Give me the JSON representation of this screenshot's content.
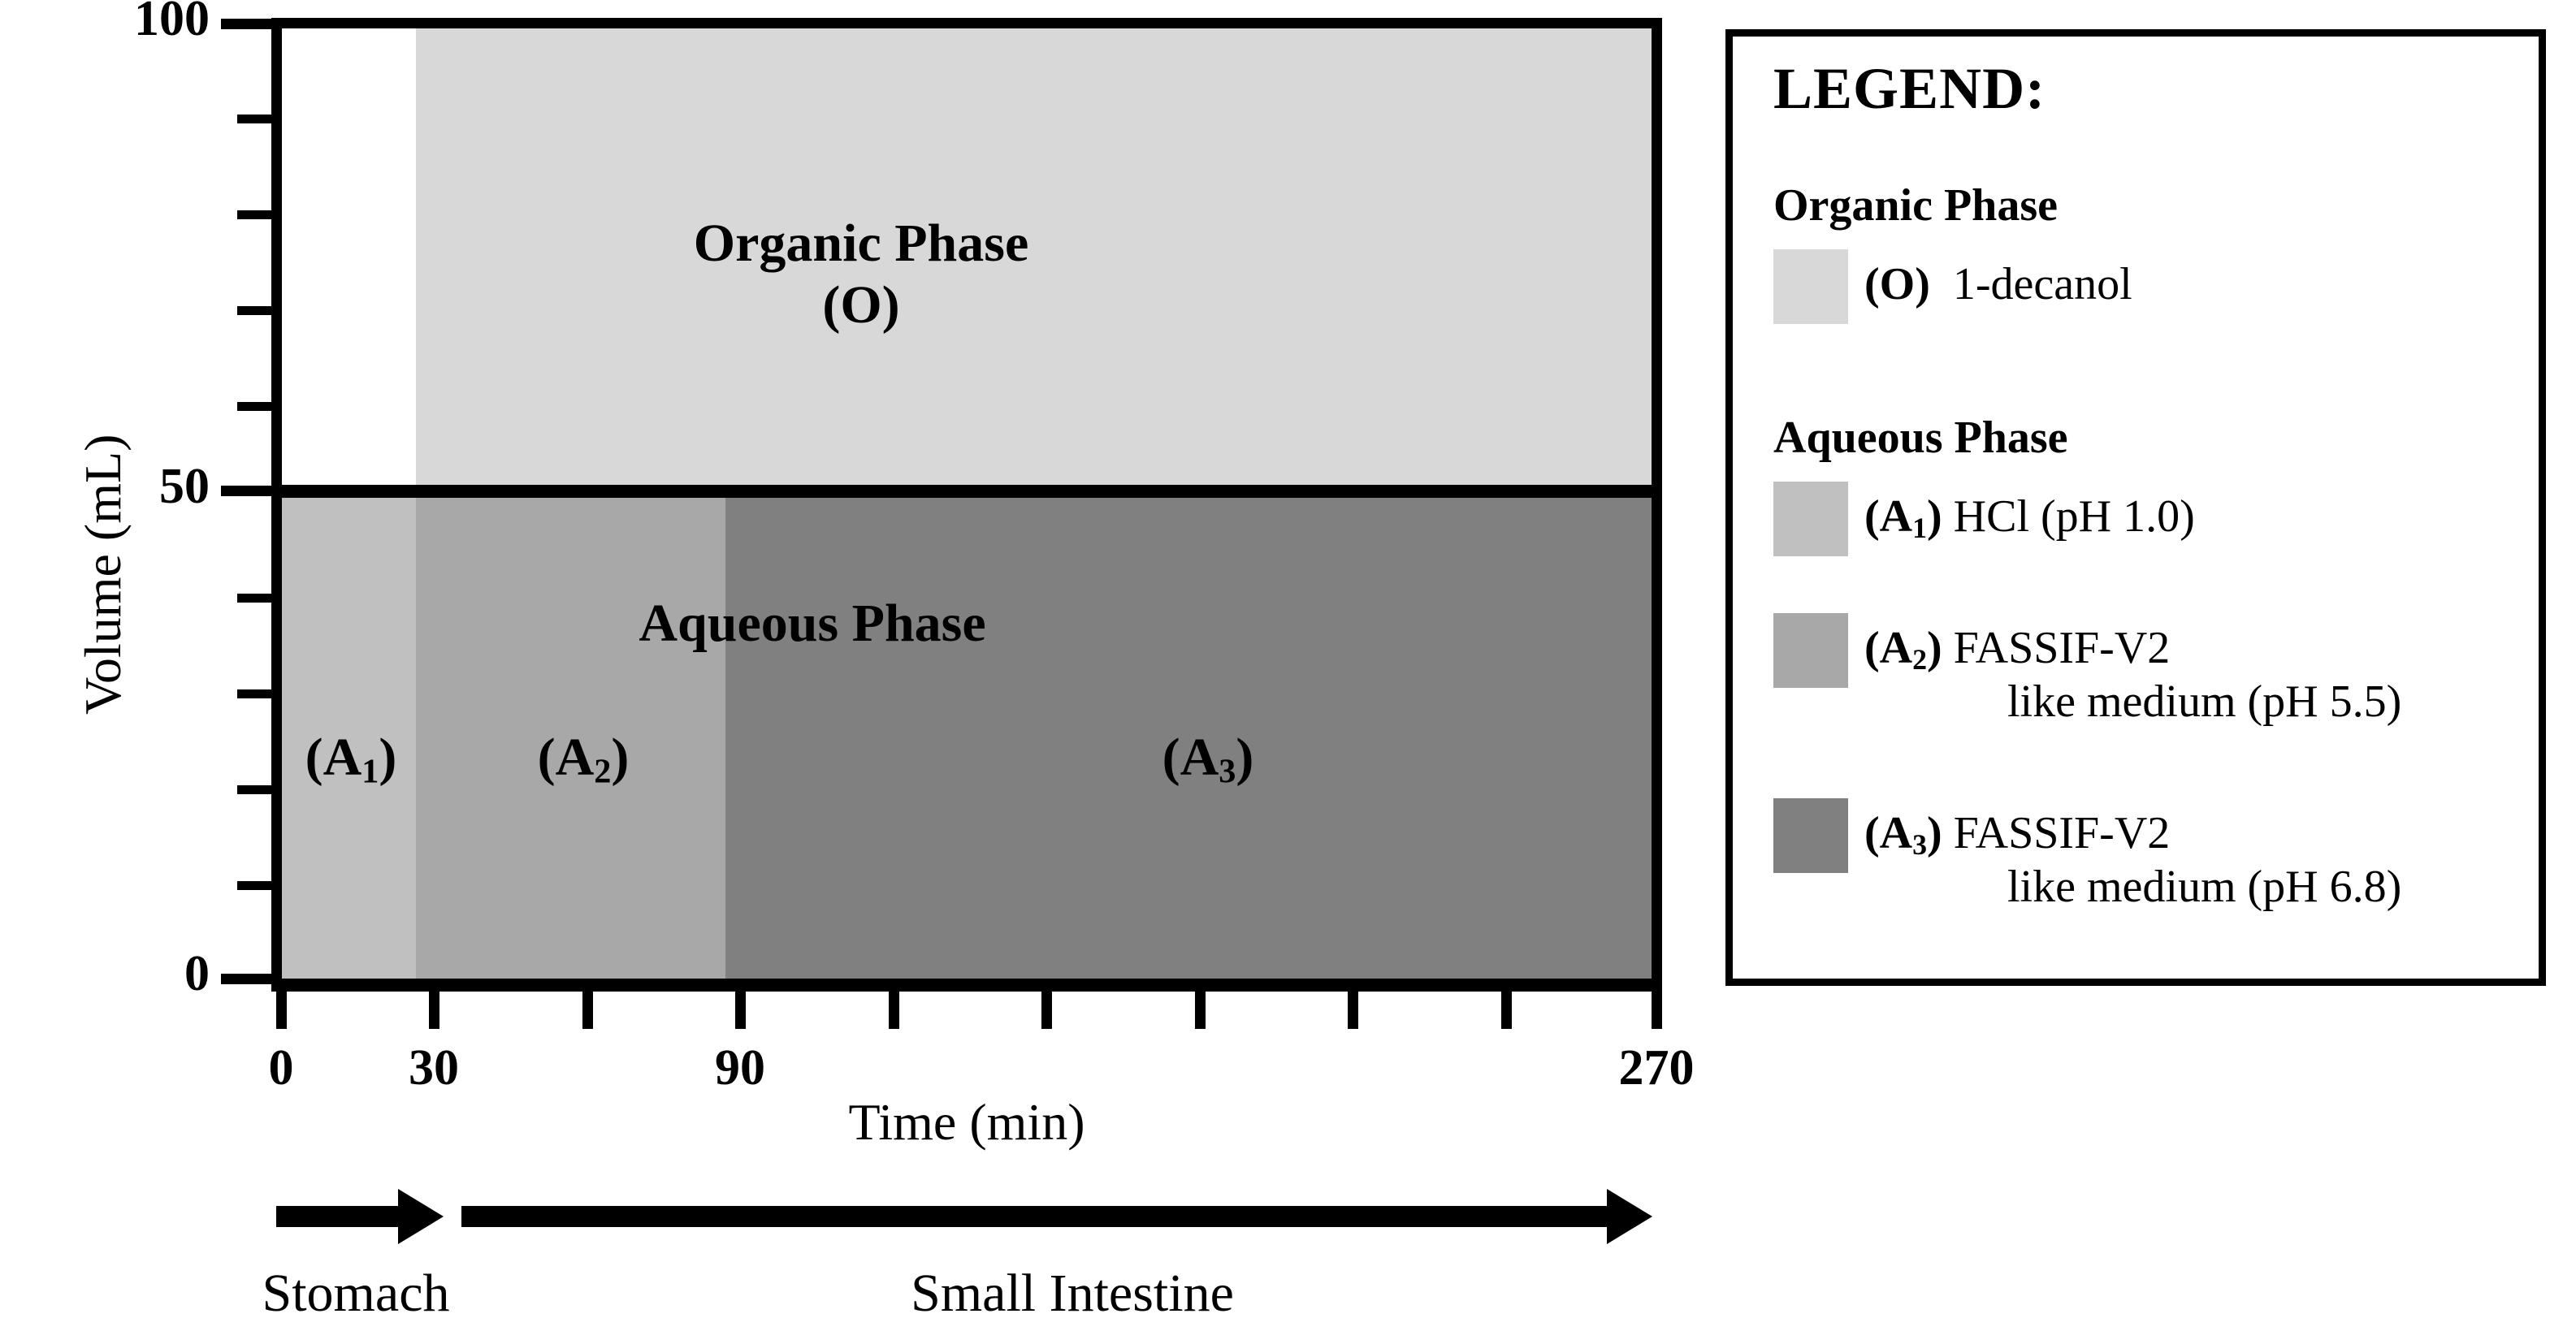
{
  "chart_data": {
    "type": "area",
    "title": "",
    "xlabel": "Time (min)",
    "ylabel": "Volume (mL)",
    "xlim": [
      0,
      270
    ],
    "ylim": [
      0,
      100
    ],
    "grid": false,
    "x_major_ticklabels": [
      "0",
      "30",
      "90",
      "270"
    ],
    "x_major_tickvalues": [
      0,
      30,
      90,
      270
    ],
    "x_tick_interval": 30,
    "x_tick_values": [
      0,
      30,
      60,
      90,
      120,
      150,
      180,
      210,
      240,
      270
    ],
    "y_major_ticklabels": [
      "0",
      "50",
      "100"
    ],
    "y_major_tickvalues": [
      0,
      50,
      100
    ],
    "y_minor_tick_interval": 10,
    "legend_position": "right-outside",
    "series": [
      {
        "name": "Organic Phase (O)",
        "label_in_plot": "Organic Phase",
        "sublabel_in_plot": "(O)",
        "t_start": 30,
        "t_end": 270,
        "v_bottom": 50,
        "v_top": 100,
        "volume_mL": 50,
        "color": "#D8D8D8"
      },
      {
        "name": "Aqueous Phase (A1)",
        "label_in_plot": "(A₁)",
        "t_start": 0,
        "t_end": 30,
        "v_bottom": 0,
        "v_top": 50,
        "volume_mL": 50,
        "color": "#C0C0C0"
      },
      {
        "name": "Aqueous Phase (A2)",
        "label_in_plot": "(A₂)",
        "t_start": 30,
        "t_end": 90,
        "v_bottom": 0,
        "v_top": 50,
        "volume_mL": 50,
        "color": "#A8A8A8"
      },
      {
        "name": "Aqueous Phase (A3)",
        "label_in_plot": "(A₃)",
        "t_start": 90,
        "t_end": 270,
        "v_bottom": 0,
        "v_top": 50,
        "volume_mL": 50,
        "color": "#808080"
      }
    ],
    "annotations": [
      {
        "text": "Aqueous Phase",
        "t": 97,
        "v": 38
      },
      {
        "text": "Stomach",
        "t_start": 0,
        "t_end": 30,
        "kind": "arrow"
      },
      {
        "text": "Small Intestine",
        "t_start": 30,
        "t_end": 270,
        "kind": "arrow"
      }
    ]
  },
  "axes": {
    "y_title": "Volume (mL)",
    "x_title": "Time (min)",
    "y_labels": {
      "zero": "0",
      "fifty": "50",
      "hundred": "100"
    },
    "x_labels": {
      "t0": "0",
      "t30": "30",
      "t90": "90",
      "t270": "270"
    }
  },
  "plot_labels": {
    "organic_main": "Organic Phase",
    "organic_sub": "(O)",
    "aqueous_main": "Aqueous Phase",
    "a1": "(A₁)",
    "a2": "(A₂)",
    "a3": "(A₃)"
  },
  "legend": {
    "title": "LEGEND:",
    "groups": [
      {
        "heading": "Organic Phase",
        "items": [
          {
            "tag": "(O)",
            "text_line1": "1-decanol",
            "text_line2": "",
            "color": "#D8D8D8"
          }
        ]
      },
      {
        "heading": "Aqueous Phase",
        "items": [
          {
            "tag": "(A₁)",
            "text_line1": "HCl (pH 1.0)",
            "text_line2": "",
            "color": "#C0C0C0"
          },
          {
            "tag": "(A₂)",
            "text_line1": "FASSIF-V2",
            "text_line2": "like medium (pH 5.5)",
            "color": "#A8A8A8"
          },
          {
            "tag": "(A₃)",
            "text_line1": "FASSIF-V2",
            "text_line2": "like medium (pH 6.8)",
            "color": "#808080"
          }
        ]
      }
    ]
  },
  "regions": {
    "stomach": "Stomach",
    "small_intestine": "Small Intestine"
  },
  "colors": {
    "organic": "#D8D8D8",
    "a1": "#C0C0C0",
    "a2": "#A8A8A8",
    "a3": "#808080",
    "ink": "#000000",
    "background": "#FFFFFF"
  }
}
